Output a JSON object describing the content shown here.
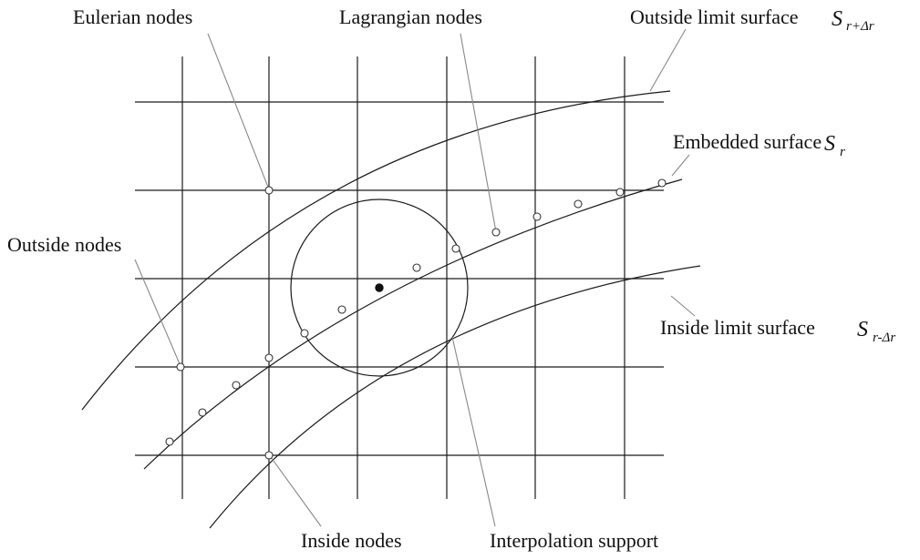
{
  "labels": {
    "eulerian_nodes": "Eulerian nodes",
    "lagrangian_nodes": "Lagrangian nodes",
    "outside_limit_surface": "Outside limit surface",
    "outside_limit_symbol": "S",
    "outside_limit_subscript": "r+Δr",
    "embedded_surface": "Embedded surface",
    "embedded_symbol": "S",
    "embedded_subscript": "r",
    "outside_nodes": "Outside nodes",
    "inside_limit_surface": "Inside limit surface",
    "inside_limit_symbol": "S",
    "inside_limit_subscript": "r-Δr",
    "inside_nodes": "Inside nodes",
    "interpolation_support": "Interpolation support"
  }
}
